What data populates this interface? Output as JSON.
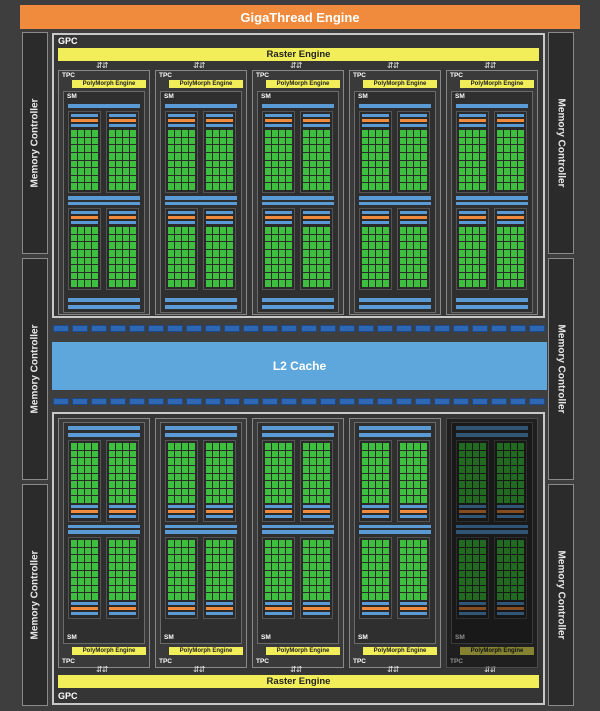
{
  "labels": {
    "gigathread": "GigaThread Engine",
    "memory_controller": "Memory Controller",
    "gpc": "GPC",
    "raster_engine": "Raster Engine",
    "tpc": "TPC",
    "polymorph": "PolyMorph Engine",
    "sm": "SM",
    "l2_cache": "L2 Cache",
    "arrows": "⇵⇵"
  },
  "colors": {
    "background": "#3e3e3e",
    "gigathread": "#f08a3c",
    "raster": "#f2ee5a",
    "l2": "#5ea7dd",
    "core": "#3fbf3f",
    "crossbar": "#2e67b3"
  },
  "layout_info": {
    "tpc_per_gpc": 5,
    "gpc_count": 2,
    "disabled_tpc": {
      "gpc": 1,
      "tpc": 4
    }
  }
}
